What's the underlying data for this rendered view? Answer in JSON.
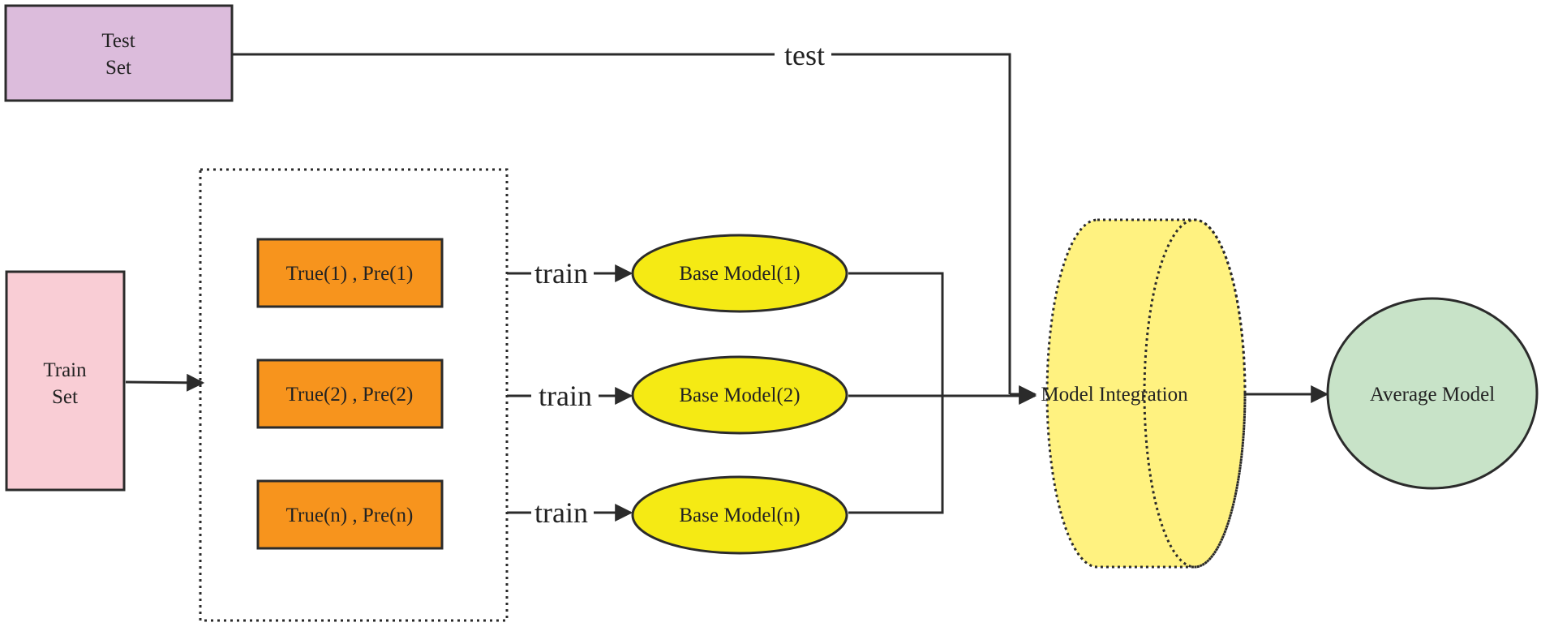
{
  "nodes": {
    "test_set": {
      "line1": "Test",
      "line2": "Set"
    },
    "train_set": {
      "line1": "Train",
      "line2": "Set"
    },
    "pairs": [
      {
        "label": "True(1) , Pre(1)"
      },
      {
        "label": "True(2) , Pre(2)"
      },
      {
        "label": "True(n) , Pre(n)"
      }
    ],
    "base_models": [
      {
        "label": "Base Model(1)"
      },
      {
        "label": "Base Model(2)"
      },
      {
        "label": "Base Model(n)"
      }
    ],
    "model_integration": {
      "label": "Model Integration"
    },
    "average_model": {
      "label": "Average Model"
    }
  },
  "edges": {
    "test_label": "test",
    "train_labels": [
      "train",
      "train",
      "train"
    ]
  },
  "colors": {
    "test_set_fill": "#dcbcdc",
    "train_set_fill": "#f9cdd5",
    "pair_fill": "#f7941d",
    "base_model_fill": "#f5ea14",
    "integration_fill": "#fff280",
    "average_fill": "#c8e3c8",
    "stroke": "#2b2b2b"
  }
}
